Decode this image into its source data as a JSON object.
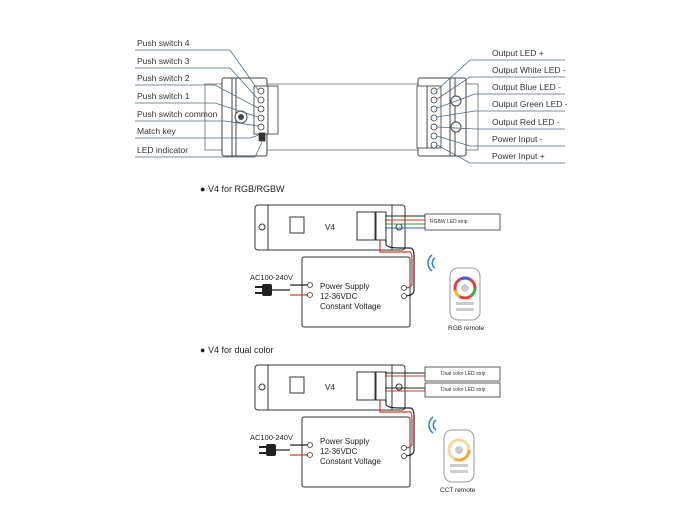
{
  "top_diagram": {
    "left_labels": [
      "Push switch 4",
      "Push switch 3",
      "Push switch 2",
      "Push switch 1",
      "Push switch common",
      "Match key",
      "LED indicator"
    ],
    "right_labels": [
      "Output LED +",
      "Output White LED -",
      "Output Blue LED -",
      "Output Green LED -",
      "Output Red LED -",
      "Power Input -",
      "Power Input +"
    ]
  },
  "rgb_section": {
    "heading": "V4 for RGB/RGBW",
    "controller_label": "V4",
    "strip_label": "RGBW LED strip",
    "ac_label": "AC100-240V",
    "psu_line1": "Power Supply",
    "psu_line2": "12-36VDC",
    "psu_line3": "Constant Voltage",
    "remote_label": "RGB remote"
  },
  "dual_section": {
    "heading": "V4 for dual color",
    "controller_label": "V4",
    "strip1_label": "Dual color LED strip",
    "strip2_label": "Dual color LED strip",
    "ac_label": "AC100-240V",
    "psu_line1": "Power Supply",
    "psu_line2": "12-36VDC",
    "psu_line3": "Constant Voltage",
    "remote_label": "CCT remote"
  },
  "colors": {
    "line": "#4a6b8a",
    "ink": "#222222",
    "red": "#d33a2c"
  },
  "icons": [
    "wifi-signal-icon",
    "power-plug-icon",
    "rgb-remote-icon",
    "cct-remote-icon"
  ]
}
